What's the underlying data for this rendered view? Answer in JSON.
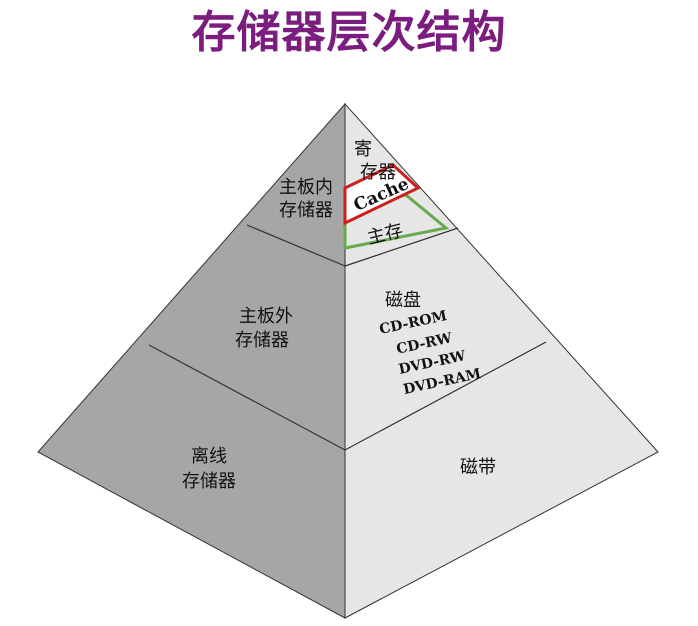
{
  "title": "存储器层次结构",
  "left_face": {
    "tier1": [
      "主板内",
      "存储器"
    ],
    "tier2": [
      "主板外",
      "存储器"
    ],
    "tier3": [
      "离线",
      "存储器"
    ]
  },
  "right_face": {
    "registers": [
      "寄",
      "存器"
    ],
    "cache": "Cache",
    "main_memory": "主存",
    "disk_title": "磁盘",
    "disk_media": [
      "CD-ROM",
      "CD-RW",
      "DVD-RW",
      "DVD-RAM"
    ],
    "tape": "磁带"
  },
  "colors": {
    "title": "#7a1d7e",
    "left_face": "#a6a6a6",
    "right_face": "#e6e6e6",
    "cache_outline": "#cc1f1f",
    "main_memory_outline": "#6aa84f"
  }
}
